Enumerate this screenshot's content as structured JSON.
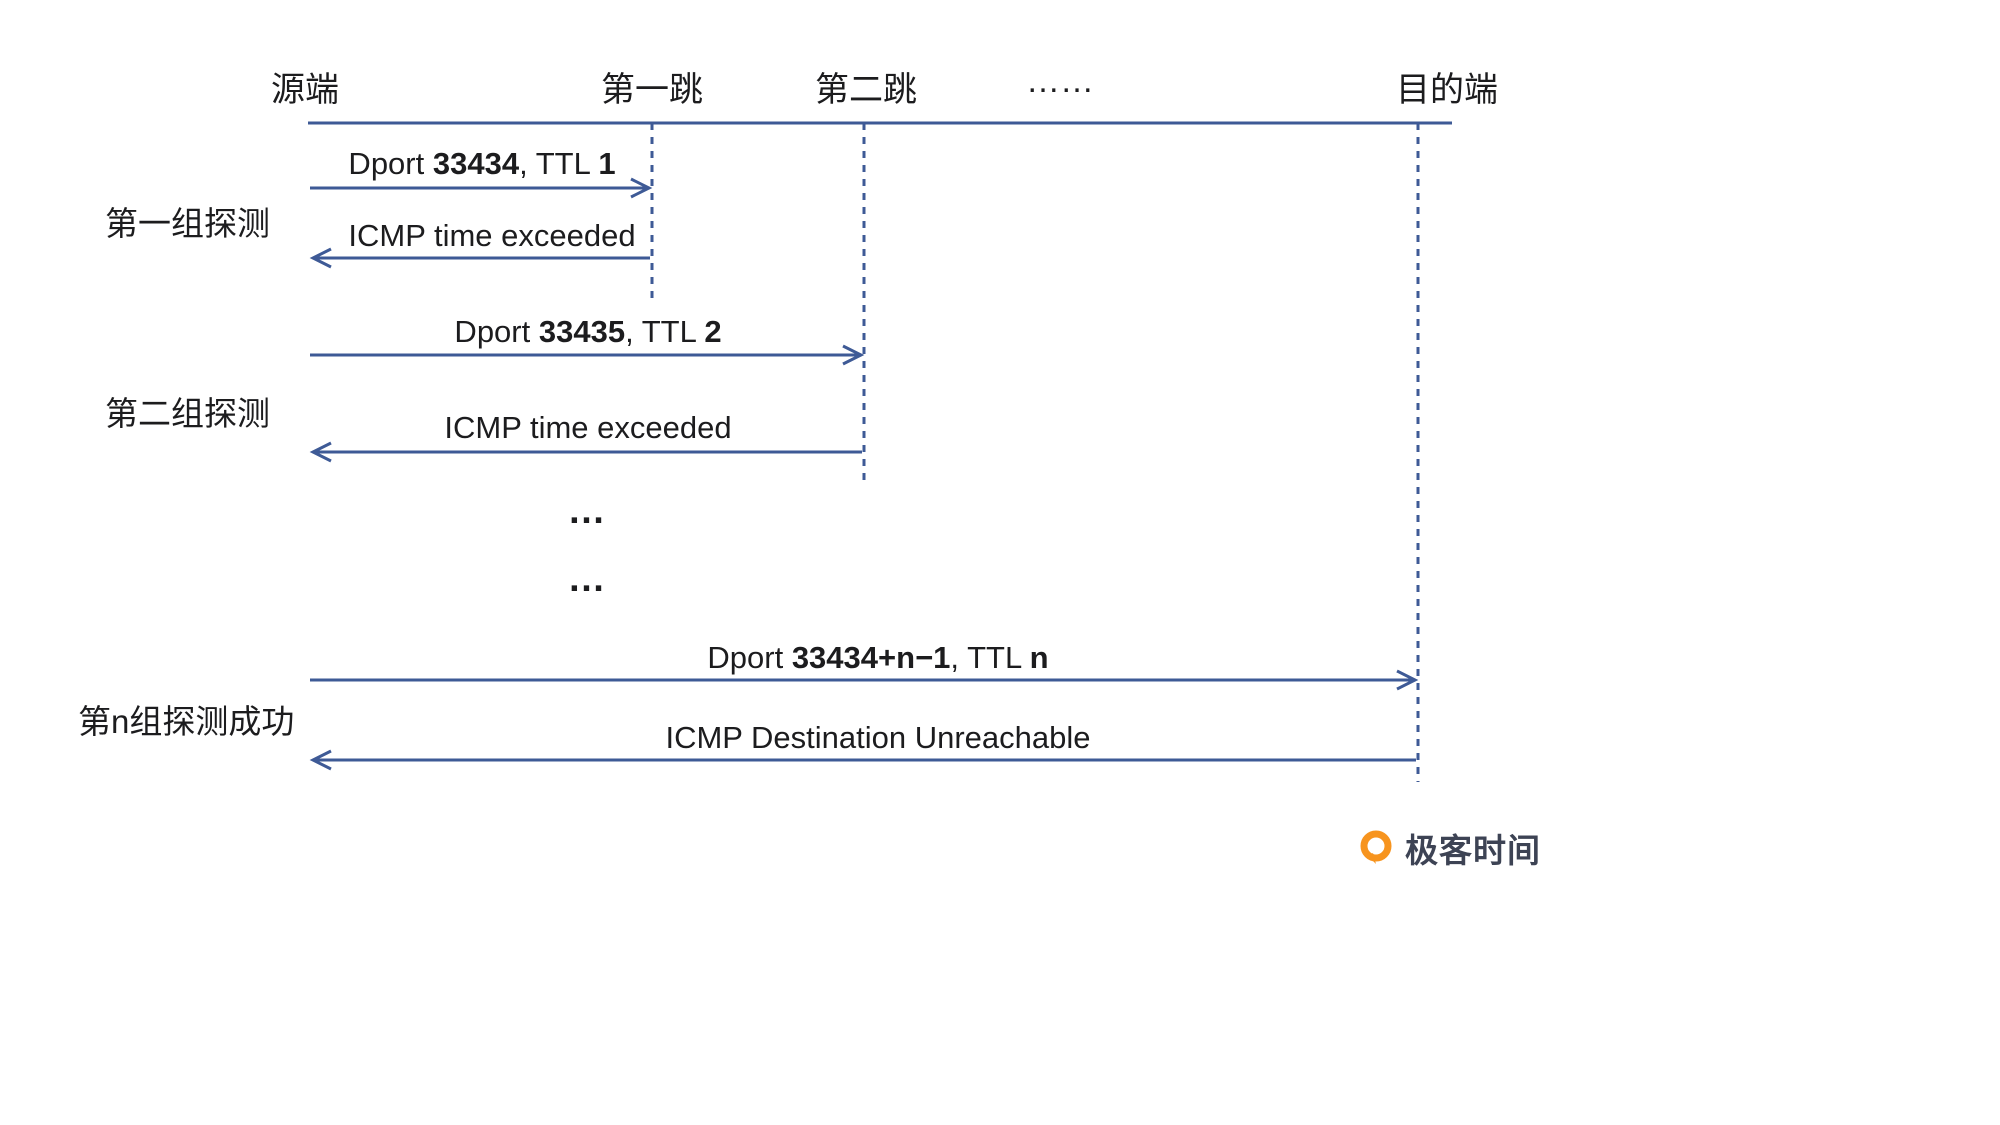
{
  "nodes": {
    "source": "源端",
    "hop1": "第一跳",
    "hop2": "第二跳",
    "more": "……",
    "dest": "目的端"
  },
  "groups": {
    "g1": "第一组探测",
    "g2": "第二组探测",
    "gn": "第n组探测成功"
  },
  "messages": {
    "m1": {
      "prefix": "Dport ",
      "bold1": "33434",
      "mid": ", TTL ",
      "bold2": "1"
    },
    "m1_reply": "ICMP time exceeded",
    "m2": {
      "prefix": "Dport ",
      "bold1": "33435",
      "mid": ", TTL ",
      "bold2": "2"
    },
    "m2_reply": "ICMP time exceeded",
    "mn": {
      "prefix": "Dport ",
      "bold1": "33434+n−1",
      "mid": ", TTL ",
      "bold2": "n"
    },
    "mn_reply": "ICMP Destination Unreachable"
  },
  "ellipsis": {
    "dots1": "…",
    "dots2": "…"
  },
  "logo": {
    "text": "极客时间"
  },
  "colors": {
    "line": "#3e5a96",
    "text": "#1c1c1e",
    "logo_orange": "#f7941e"
  }
}
